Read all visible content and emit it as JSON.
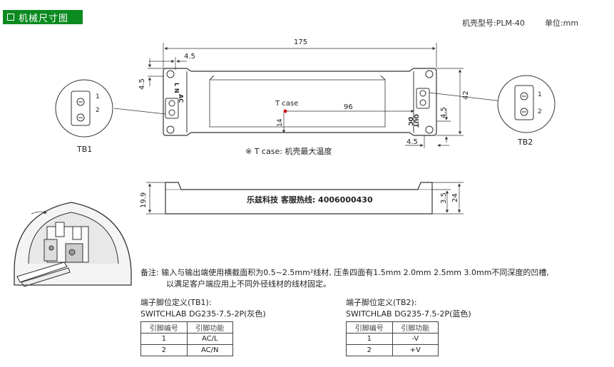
{
  "header": {
    "title": "机械尺寸图"
  },
  "model_info": {
    "model": "机壳型号:PLM-40",
    "unit": "单位:mm"
  },
  "top_view": {
    "dim_length": "175",
    "dim_left_45_top": "4.5",
    "dim_left_45_side": "4.5",
    "dim_right_45_side": "4.5",
    "dim_right_45_bottom": "4.5",
    "dim_height": "42",
    "dim_96": "96",
    "dim_14": "14",
    "tcase_label": "T case",
    "ac_label": "AC",
    "ln_label": "L N",
    "dc_label": "DC",
    "out_label": "OUT",
    "tb1_label": "TB1",
    "tb2_label": "TB2",
    "tb_pin1": "1",
    "tb_pin2": "2",
    "tcase_note": "※ T case: 机壳最大温度"
  },
  "side_view": {
    "dim_height_left": "19.9",
    "dim_35": "3.5",
    "dim_24": "24",
    "hotline": "乐兹科技 客服热线: 4006000430"
  },
  "note": {
    "line1": "备注: 输入与输出端使用横截面积为0.5~2.5mm²线材, 压条四面有1.5mm 2.0mm 2.5mm 3.0mm不同深度的凹槽,",
    "line2": "以满足客户端应用上不同外径线材的线材固定。"
  },
  "tb1": {
    "title": "端子脚位定义(TB1):",
    "part": "SWITCHLAB DG235-7.5-2P(灰色)",
    "headers": [
      "引脚编号",
      "引脚功能"
    ],
    "rows": [
      [
        "1",
        "AC/L"
      ],
      [
        "2",
        "AC/N"
      ]
    ]
  },
  "tb2": {
    "title": "端子脚位定义(TB2):",
    "part": "SWITCHLAB DG235-7.5-2P(蓝色)",
    "headers": [
      "引脚编号",
      "引脚功能"
    ],
    "rows": [
      [
        "1",
        "-V"
      ],
      [
        "2",
        "+V"
      ]
    ]
  },
  "colors": {
    "header_green": "#0a8a1f",
    "tcase_dot": "#d01010"
  }
}
